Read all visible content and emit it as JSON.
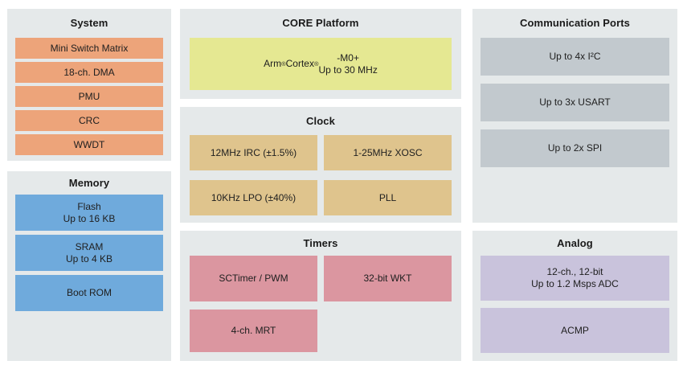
{
  "colors": {
    "page_bg": "#ffffff",
    "panel_bg": "#e5e9ea",
    "title_text": "#1a1a1a",
    "block_text": "#202020",
    "system_orange": "#eda47a",
    "memory_blue": "#6faadc",
    "core_yellow": "#e5e892",
    "clock_tan": "#dfc48d",
    "timers_pink": "#db96a0",
    "comm_gray": "#c2c9ce",
    "analog_purple": "#c9c3dc"
  },
  "panels": {
    "system": {
      "title": "System",
      "blocks": [
        "Mini Switch Matrix",
        "18-ch. DMA",
        "PMU",
        "CRC",
        "WWDT"
      ]
    },
    "memory": {
      "title": "Memory",
      "blocks": [
        "Flash\nUp to 16 KB",
        "SRAM\nUp to 4 KB",
        "Boot ROM"
      ]
    },
    "core_platform": {
      "title": "CORE Platform",
      "blocks": [
        "Arm® Cortex®-M0+\nUp to 30 MHz"
      ]
    },
    "clock": {
      "title": "Clock",
      "blocks": [
        "12MHz IRC (±1.5%)",
        "1-25MHz XOSC",
        "10KHz LPO (±40%)",
        "PLL"
      ]
    },
    "timers": {
      "title": "Timers",
      "blocks": [
        "SCTimer / PWM",
        "32-bit WKT",
        "4-ch. MRT"
      ]
    },
    "communication_ports": {
      "title": "Communication Ports",
      "blocks": [
        "Up to 4x I²C",
        "Up to 3x USART",
        "Up to 2x SPI"
      ]
    },
    "analog": {
      "title": "Analog",
      "blocks": [
        "12-ch., 12-bit\nUp to 1.2 Msps ADC",
        "ACMP"
      ]
    }
  }
}
